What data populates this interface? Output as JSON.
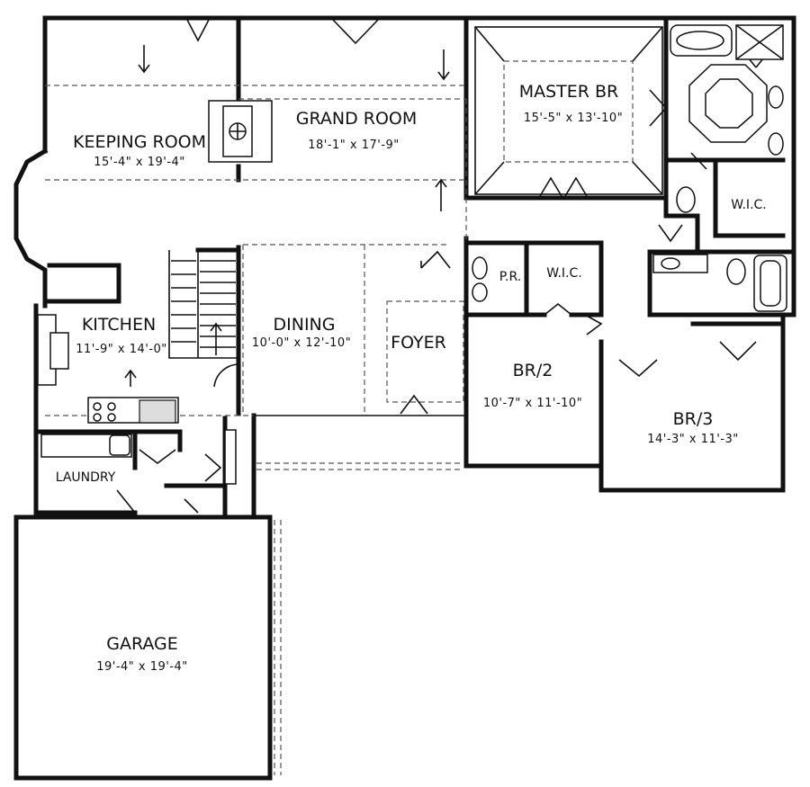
{
  "rooms": {
    "keeping_room": {
      "name": "KEEPING ROOM",
      "size": "15'-4\" x 19'-4\""
    },
    "grand_room": {
      "name": "GRAND ROOM",
      "size": "18'-1\" x 17'-9\""
    },
    "master_br": {
      "name": "MASTER BR",
      "size": "15'-5\" x 13'-10\""
    },
    "kitchen": {
      "name": "KITCHEN",
      "size": "11'-9\" x 14'-0\""
    },
    "dining": {
      "name": "DINING",
      "size": "10'-0\" x 12'-10\""
    },
    "foyer": {
      "name": "FOYER"
    },
    "powder_room": {
      "name": "P.R."
    },
    "wic_hall": {
      "name": "W.I.C."
    },
    "wic_master": {
      "name": "W.I.C."
    },
    "br2": {
      "name": "BR/2",
      "size": "10'-7\" x 11'-10\""
    },
    "br3": {
      "name": "BR/3",
      "size": "14'-3\" x 11'-3\""
    },
    "laundry": {
      "name": "LAUNDRY"
    },
    "garage": {
      "name": "GARAGE",
      "size": "19'-4\" x 19'-4\""
    }
  }
}
